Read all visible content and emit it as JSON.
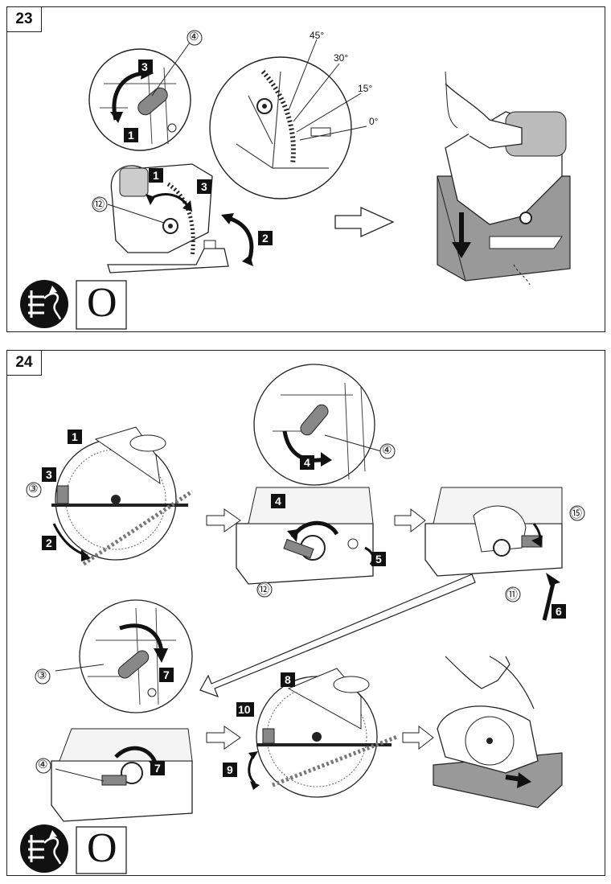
{
  "figures": [
    {
      "number": "23",
      "angles": [
        "45°",
        "30°",
        "15°",
        "0°"
      ],
      "circled_refs": [
        "④",
        "⑫"
      ],
      "step_badges": [
        "1",
        "3",
        "1",
        "3",
        "2"
      ],
      "symbols": {
        "unplug": "unplug-icon",
        "mode_letter": "O"
      }
    },
    {
      "number": "24",
      "circled_refs": [
        "④",
        "③",
        "⑫",
        "⑮",
        "⑪",
        "③",
        "④"
      ],
      "step_badges": [
        "1",
        "3",
        "2",
        "4",
        "4",
        "5",
        "6",
        "7",
        "8",
        "10",
        "7",
        "9"
      ],
      "symbols": {
        "unplug": "unplug-icon",
        "mode_letter": "O"
      }
    }
  ]
}
